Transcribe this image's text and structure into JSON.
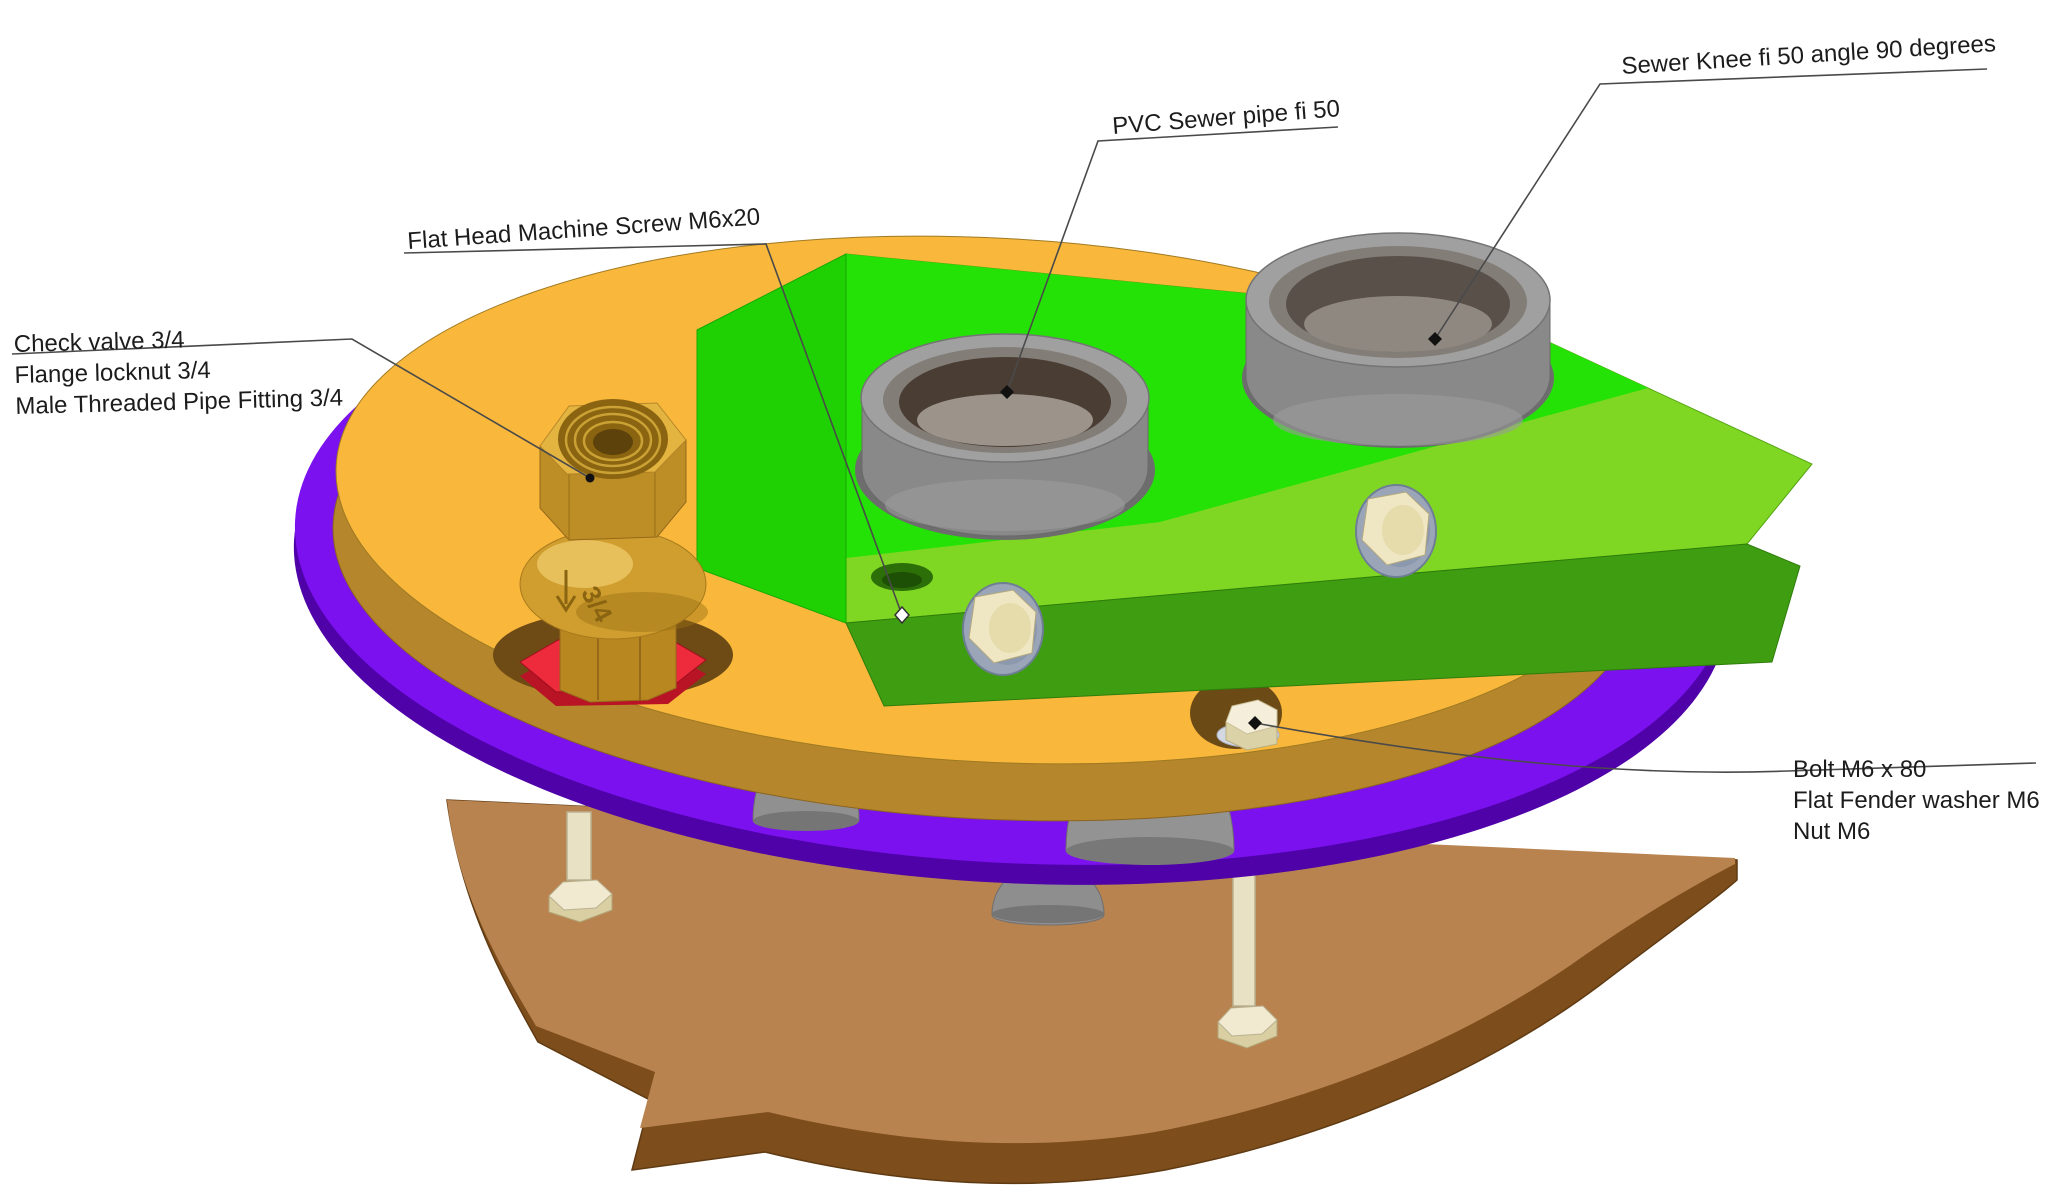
{
  "diagram": {
    "type": "cad-assembly-callout-drawing",
    "labels": {
      "check_valve": {
        "lines": [
          "Check valve 3/4",
          "Flange locknut 3/4",
          "Male Threaded Pipe Fitting 3/4"
        ]
      },
      "machine_screw": {
        "text": "Flat Head Machine Screw M6x20"
      },
      "pvc_pipe": {
        "text": "PVC Sewer pipe fi 50"
      },
      "sewer_knee": {
        "text": "Sewer Knee fi 50 angle 90 degrees"
      },
      "bolt_assembly": {
        "lines": [
          "Bolt M6 x 80",
          "Flat Fender washer M6",
          "Nut M6"
        ]
      },
      "valve_marking": "3/4"
    },
    "colors": {
      "purple_disc": "#7b11ee",
      "purple_rim": "#4e02a8",
      "orange_top": "#f9b83c",
      "orange_side": "#b5862c",
      "green_top_light": "#7fd723",
      "green_top_bright": "#24e206",
      "green_front_dark": "#3f9d12",
      "brass": "#e3b440",
      "red_locknut": "#ee2b3d",
      "fitting_gray": "#898989",
      "wood_top": "#b8834f",
      "wood_edge": "#7d4e1c",
      "ivory_fastener": "#f1ead0",
      "washer_gray_blue": "#9aa5b8"
    }
  }
}
